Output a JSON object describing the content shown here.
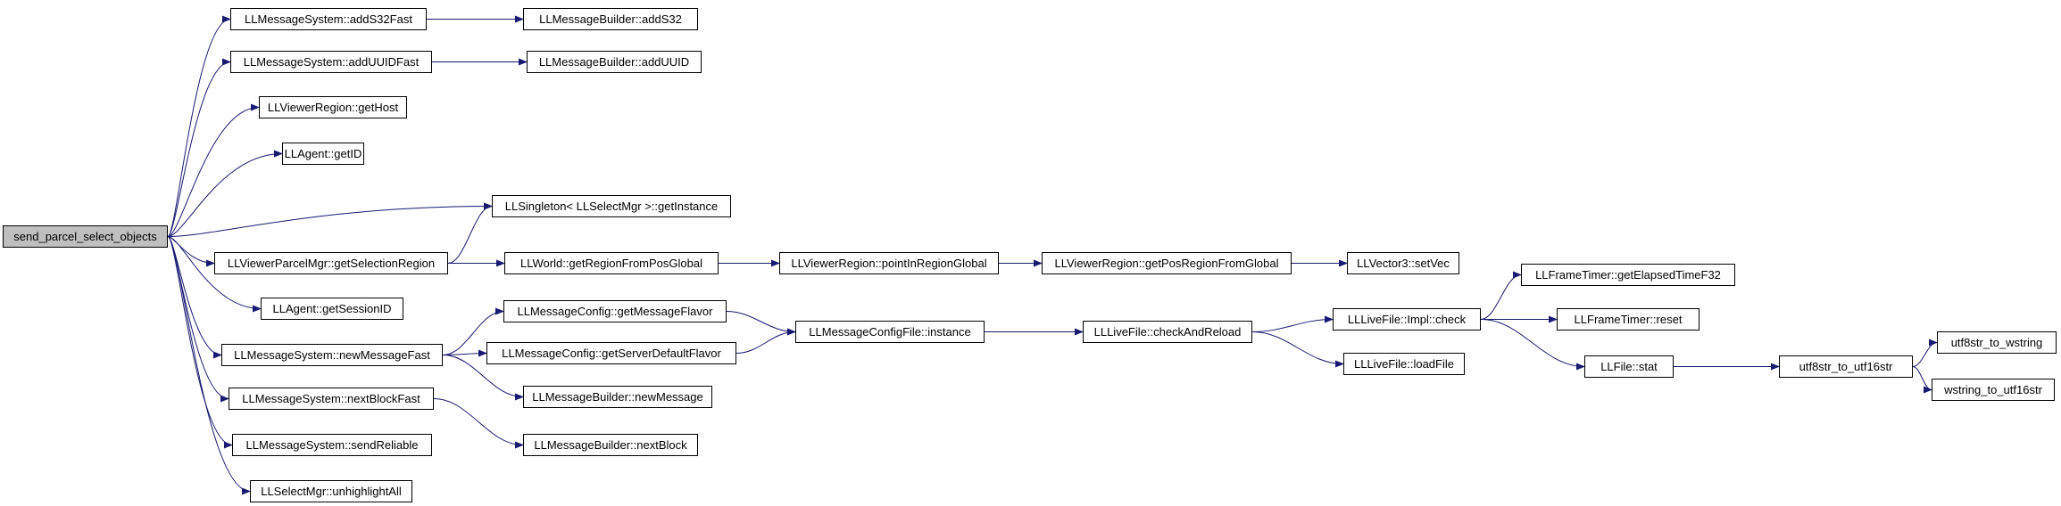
{
  "graph": {
    "root": {
      "id": "root",
      "label": "send_parcel_select_objects"
    },
    "nodes": [
      {
        "id": "n1",
        "label": "LLMessageSystem::addS32Fast"
      },
      {
        "id": "n2",
        "label": "LLMessageBuilder::addS32"
      },
      {
        "id": "n3",
        "label": "LLMessageSystem::addUUIDFast"
      },
      {
        "id": "n4",
        "label": "LLMessageBuilder::addUUID"
      },
      {
        "id": "n5",
        "label": "LLViewerRegion::getHost"
      },
      {
        "id": "n6",
        "label": "LLAgent::getID"
      },
      {
        "id": "n7",
        "label": "LLSingleton< LLSelectMgr >::getInstance"
      },
      {
        "id": "n8",
        "label": "LLViewerParcelMgr::getSelectionRegion"
      },
      {
        "id": "n9",
        "label": "LLWorld::getRegionFromPosGlobal"
      },
      {
        "id": "n10",
        "label": "LLViewerRegion::pointInRegionGlobal"
      },
      {
        "id": "n11",
        "label": "LLViewerRegion::getPosRegionFromGlobal"
      },
      {
        "id": "n12",
        "label": "LLVector3::setVec"
      },
      {
        "id": "n13",
        "label": "LLAgent::getSessionID"
      },
      {
        "id": "n14",
        "label": "LLMessageConfig::getMessageFlavor"
      },
      {
        "id": "n15",
        "label": "LLMessageSystem::newMessageFast"
      },
      {
        "id": "n16",
        "label": "LLMessageConfig::getServerDefaultFlavor"
      },
      {
        "id": "n17",
        "label": "LLMessageConfigFile::instance"
      },
      {
        "id": "n18",
        "label": "LLLiveFile::checkAndReload"
      },
      {
        "id": "n19",
        "label": "LLLiveFile::Impl::check"
      },
      {
        "id": "n20",
        "label": "LLFrameTimer::getElapsedTimeF32"
      },
      {
        "id": "n21",
        "label": "LLFrameTimer::reset"
      },
      {
        "id": "n22",
        "label": "LLFile::stat"
      },
      {
        "id": "n23",
        "label": "utf8str_to_utf16str"
      },
      {
        "id": "n24",
        "label": "utf8str_to_wstring"
      },
      {
        "id": "n25",
        "label": "wstring_to_utf16str"
      },
      {
        "id": "n26",
        "label": "LLLiveFile::loadFile"
      },
      {
        "id": "n27",
        "label": "LLMessageBuilder::newMessage"
      },
      {
        "id": "n28",
        "label": "LLMessageSystem::nextBlockFast"
      },
      {
        "id": "n29",
        "label": "LLMessageBuilder::nextBlock"
      },
      {
        "id": "n30",
        "label": "LLMessageSystem::sendReliable"
      },
      {
        "id": "n31",
        "label": "LLSelectMgr::unhighlightAll"
      }
    ],
    "edges": [
      [
        "root",
        "n1"
      ],
      [
        "root",
        "n3"
      ],
      [
        "root",
        "n5"
      ],
      [
        "root",
        "n6"
      ],
      [
        "root",
        "n7"
      ],
      [
        "root",
        "n8"
      ],
      [
        "root",
        "n13"
      ],
      [
        "root",
        "n15"
      ],
      [
        "root",
        "n28"
      ],
      [
        "root",
        "n30"
      ],
      [
        "root",
        "n31"
      ],
      [
        "n1",
        "n2"
      ],
      [
        "n3",
        "n4"
      ],
      [
        "n8",
        "n7"
      ],
      [
        "n8",
        "n9"
      ],
      [
        "n9",
        "n10"
      ],
      [
        "n10",
        "n11"
      ],
      [
        "n11",
        "n12"
      ],
      [
        "n15",
        "n14"
      ],
      [
        "n15",
        "n16"
      ],
      [
        "n15",
        "n27"
      ],
      [
        "n14",
        "n17"
      ],
      [
        "n16",
        "n17"
      ],
      [
        "n17",
        "n18"
      ],
      [
        "n18",
        "n19"
      ],
      [
        "n18",
        "n26"
      ],
      [
        "n19",
        "n20"
      ],
      [
        "n19",
        "n21"
      ],
      [
        "n19",
        "n22"
      ],
      [
        "n22",
        "n23"
      ],
      [
        "n23",
        "n24"
      ],
      [
        "n23",
        "n25"
      ],
      [
        "n28",
        "n29"
      ]
    ],
    "colors": {
      "edge": "#191970",
      "node_border": "#000000",
      "root_fill": "#bfbfbf",
      "node_fill": "#ffffff"
    }
  }
}
